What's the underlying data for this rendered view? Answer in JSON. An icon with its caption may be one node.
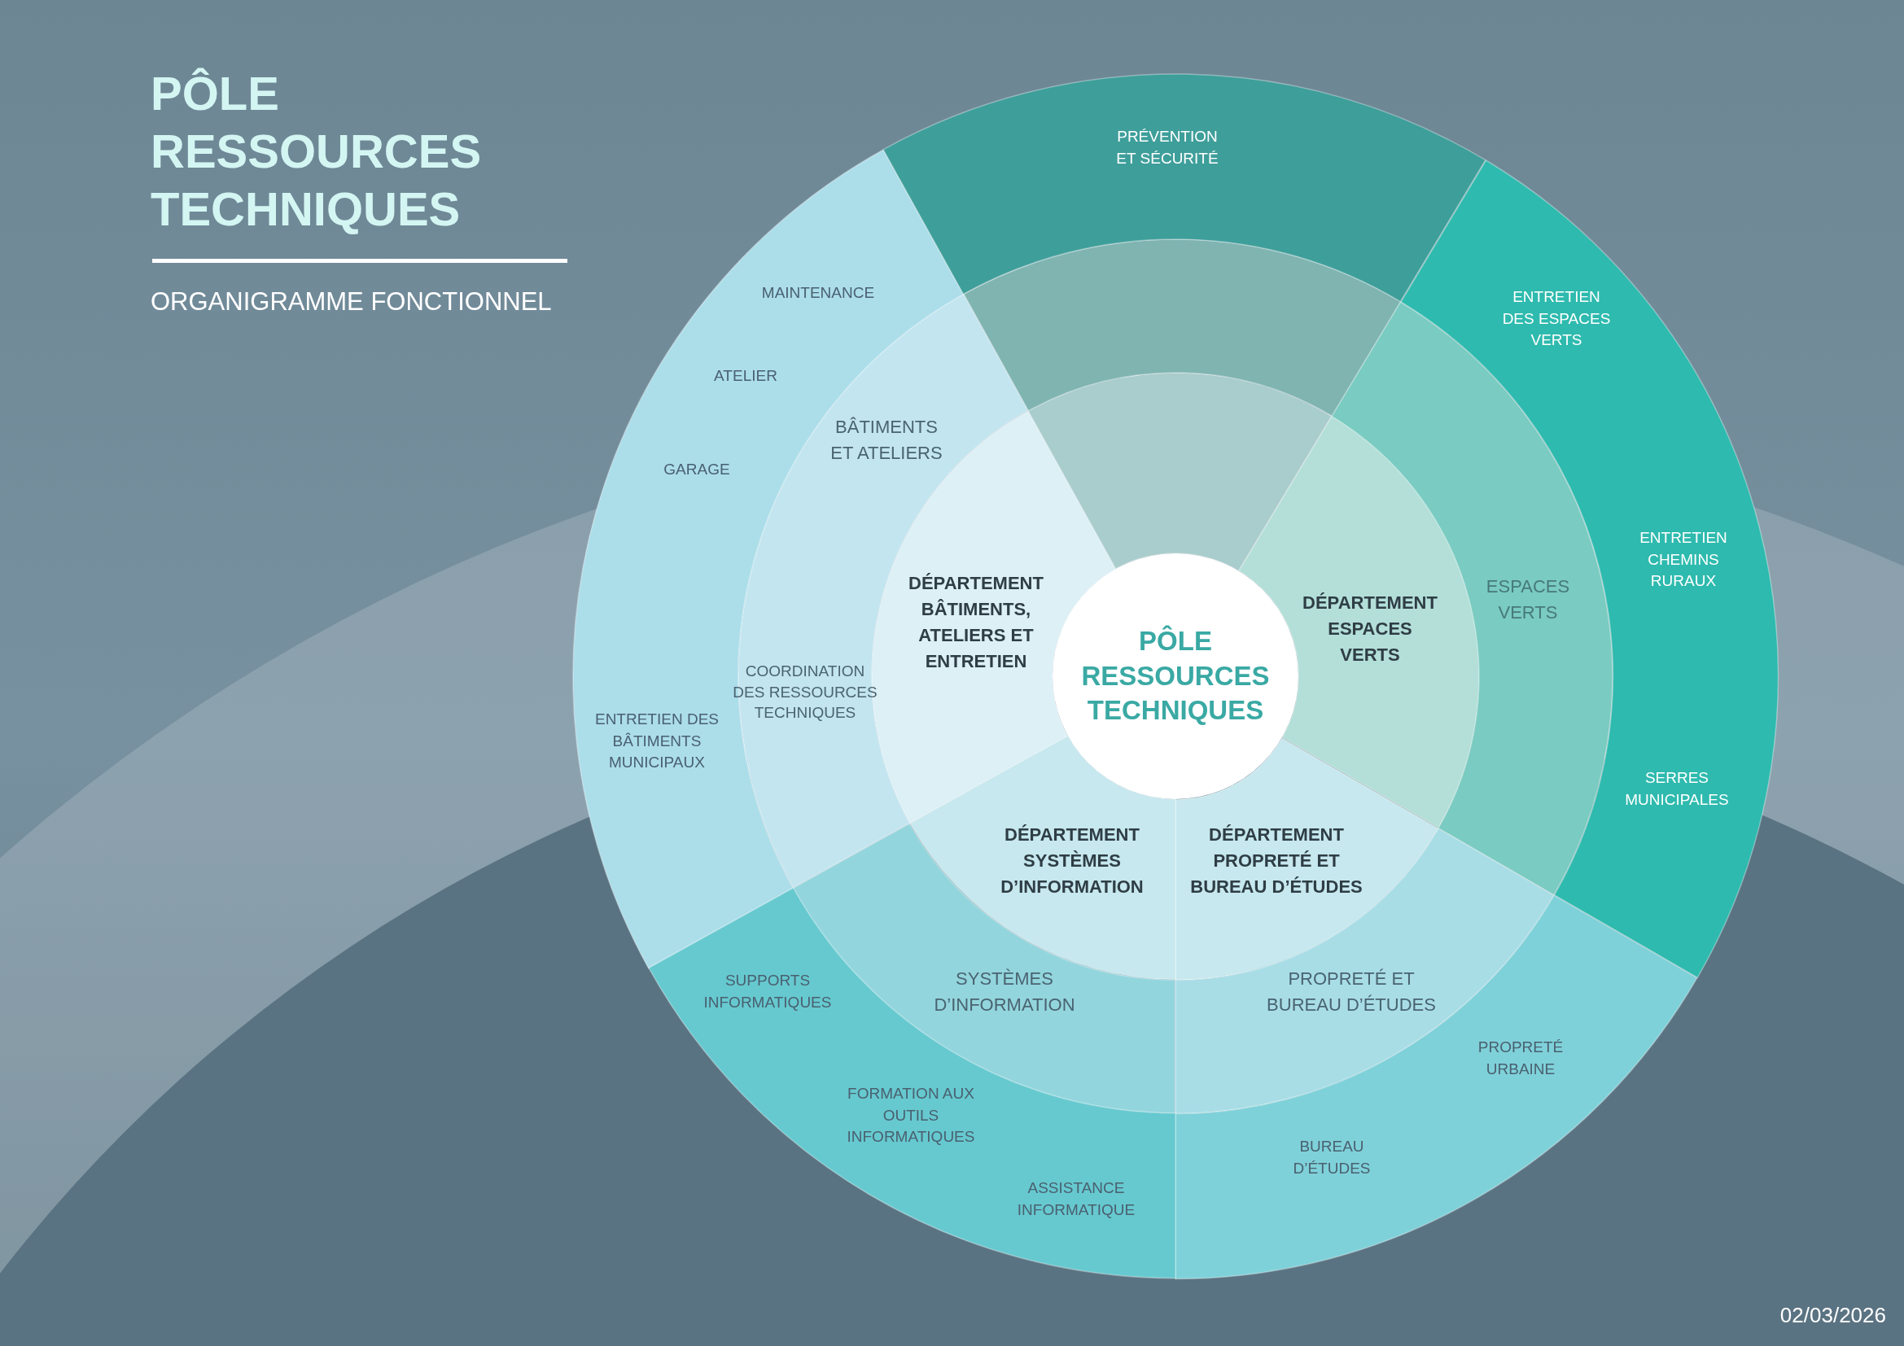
{
  "diagram": {
    "title": "PÔLE RESSOURCES TECHNIQUES",
    "nodes": [
      {
        "text": [
          "PÔLE RESSOURCES TECHNIQUES"
        ]
      },
      {
        "text": [
          "DÉPARTEMENT BÂTIMENTS, ATELIERS ET ENTRETIEN"
        ]
      },
      {
        "text": [],
        "shape": "wedge"
      },
      {
        "text": [
          "DÉPARTEMENT ESPACES VERTS"
        ]
      },
      {
        "text": [
          "DÉPARTEMENT PROPRETÉ ET BUREAU D’ÉTUDES"
        ]
      },
      {
        "text": [
          "DÉPARTEMENT SYSTÈMES D’INFORMATION"
        ]
      },
      {
        "text": [
          "BÂTIMENTS ET ATELIERS",
          "COORDINATION DES RESSOURCES TECHNIQUES"
        ]
      },
      {
        "text": [],
        "shape": "wedge"
      },
      {
        "text": [
          "ESPACES VERTS"
        ]
      },
      {
        "text": [
          "PROPRETÉ ET BUREAU D’ÉTUDES"
        ]
      },
      {
        "text": [
          "SYSTÈMES D’INFORMATION"
        ]
      },
      {
        "text": [
          "MAINTENANCE",
          "ATELIER",
          "GARAGE",
          "ENTRETIEN DES BÂTIMENTS MUNICIPAUX"
        ]
      },
      {
        "text": [
          "PRÉVENTION ET SÉCURITÉ"
        ]
      },
      {
        "text": [
          "ENTRETIEN DES ESPACES VERTS",
          "ENTRETIEN CHEMINS RURAUX",
          "SERRES MUNICIPALES"
        ]
      },
      {
        "text": [
          "PROPRETÉ URBAINE",
          "BUREAU D’ÉTUDES"
        ]
      },
      {
        "text": [
          "SUPPORTS INFORMATIQUES",
          "FORMATION AUX OUTILS INFORMATIQUES",
          "ASSISTANCE INFORMATIQUE"
        ]
      }
    ],
    "edges": [],
    "labels": [
      "ORGANIGRAMME FONCTIONNEL",
      "02/03/2026"
    ]
  }
}
